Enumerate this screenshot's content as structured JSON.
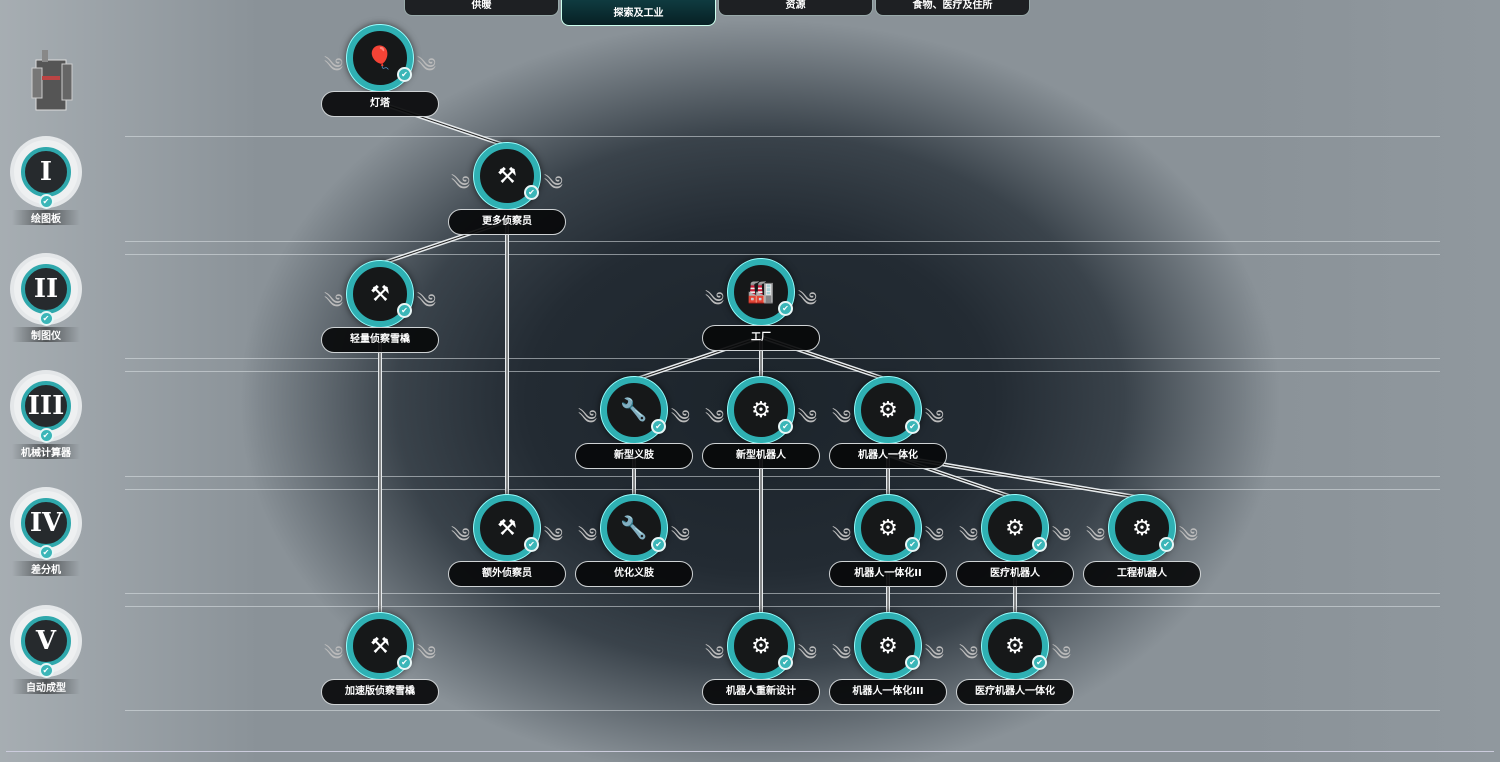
{
  "tabs": [
    {
      "label": "供暖"
    },
    {
      "label": "探索及工业",
      "active": true
    },
    {
      "label": "资源"
    },
    {
      "label": "食物、医疗及住所"
    }
  ],
  "tiers": [
    {
      "numeral": "I",
      "label": "绘图板"
    },
    {
      "numeral": "II",
      "label": "制图仪"
    },
    {
      "numeral": "III",
      "label": "机械计算器"
    },
    {
      "numeral": "IV",
      "label": "差分机"
    },
    {
      "numeral": "V",
      "label": "自动成型"
    }
  ],
  "nodes": [
    {
      "id": "lighthouse",
      "label": "灯塔",
      "icon": "balloon-icon",
      "researched": true
    },
    {
      "id": "more_scouts",
      "label": "更多侦察员",
      "icon": "scout-plus-icon",
      "researched": true
    },
    {
      "id": "light_sledge",
      "label": "轻量侦察雪橇",
      "icon": "scout-arrow-icon",
      "researched": true
    },
    {
      "id": "factory",
      "label": "工厂",
      "icon": "factory-icon",
      "researched": true
    },
    {
      "id": "new_prosthetics",
      "label": "新型义肢",
      "icon": "prosthetic-icon",
      "researched": true
    },
    {
      "id": "new_automaton",
      "label": "新型机器人",
      "icon": "automaton-icon",
      "researched": true
    },
    {
      "id": "automaton_integration",
      "label": "机器人一体化",
      "icon": "automaton-icon",
      "researched": true
    },
    {
      "id": "extra_scouts",
      "label": "额外侦察员",
      "icon": "scout-plus-icon",
      "researched": true
    },
    {
      "id": "better_prosthetics",
      "label": "优化义肢",
      "icon": "prosthetic-icon",
      "researched": true
    },
    {
      "id": "automaton_integration_2",
      "label": "机器人一体化II",
      "icon": "automaton-icon",
      "researched": true
    },
    {
      "id": "medical_automaton",
      "label": "医疗机器人",
      "icon": "automaton-plus-icon",
      "researched": true
    },
    {
      "id": "engineering_automaton",
      "label": "工程机器人",
      "icon": "automaton-gear-icon",
      "researched": true
    },
    {
      "id": "fast_sledge",
      "label": "加速版侦察雪橇",
      "icon": "scout-arrow-icon",
      "researched": true
    },
    {
      "id": "automaton_redesign",
      "label": "机器人重新设计",
      "icon": "automaton-icon",
      "researched": true
    },
    {
      "id": "automaton_integration_3",
      "label": "机器人一体化III",
      "icon": "automaton-icon",
      "researched": true
    },
    {
      "id": "medical_automaton_integration",
      "label": "医疗机器人一体化",
      "icon": "automaton-plus-icon",
      "researched": true
    }
  ],
  "edges": [
    [
      "lighthouse",
      "more_scouts"
    ],
    [
      "more_scouts",
      "light_sledge"
    ],
    [
      "more_scouts",
      "extra_scouts"
    ],
    [
      "light_sledge",
      "fast_sledge"
    ],
    [
      "factory",
      "new_prosthetics"
    ],
    [
      "factory",
      "new_automaton"
    ],
    [
      "factory",
      "automaton_integration"
    ],
    [
      "new_prosthetics",
      "better_prosthetics"
    ],
    [
      "new_automaton",
      "automaton_redesign"
    ],
    [
      "automaton_integration",
      "automaton_integration_2"
    ],
    [
      "automaton_integration",
      "medical_automaton"
    ],
    [
      "automaton_integration",
      "engineering_automaton"
    ],
    [
      "automaton_integration_2",
      "automaton_integration_3"
    ],
    [
      "medical_automaton",
      "medical_automaton_integration"
    ]
  ],
  "colors": {
    "accent": "#2fb0b3",
    "check": "#3bb6b8"
  }
}
